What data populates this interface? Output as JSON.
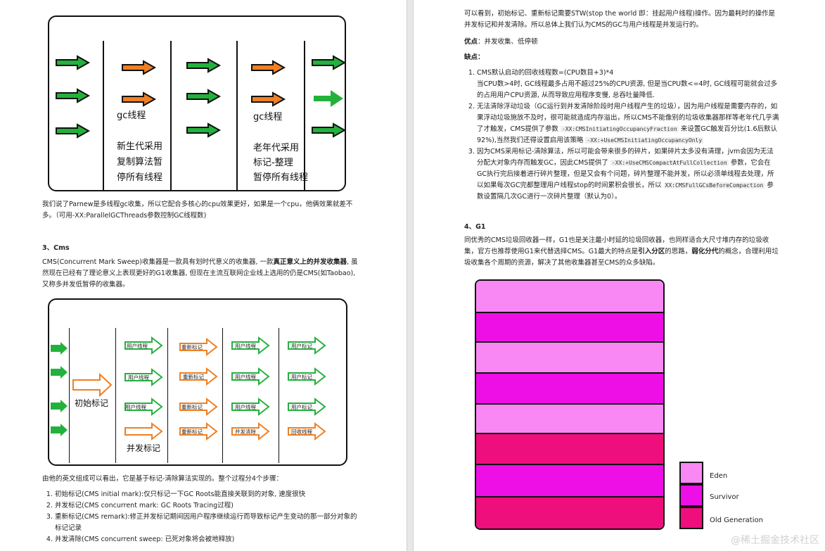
{
  "diagram1": {
    "gc_label_left": "gc线程",
    "young_lines": [
      "新生代采用",
      "复制算法暂",
      "停所有线程"
    ],
    "gc_label_right": "gc线程",
    "old_lines": [
      "老年代采用",
      "标记-整理",
      "暂停所有线程"
    ]
  },
  "left": {
    "parnew_text": "我们说了Parnew是多线程gc收集，所以它配合多核心的cpu效果更好，如果是一个cpu，他俩效果就差不多。（可用-XX:ParallelGCThreads参数控制GC线程数)",
    "cms_heading": "3、Cms",
    "cms_intro_1": "CMS(Concurrent Mark Sweep)收集器是一款具有划时代意义的收集器, 一款",
    "cms_intro_bold": "真正意义上的并发收集器",
    "cms_intro_2": ", 虽然现在已经有了理论意义上表现更好的G1收集器, 但现在主流互联网企业线上选用的仍是CMS(如Taobao),又称多并发低暂停的收集器。",
    "steps_intro": "由他的英文组成可以看出，它是基于标记-清除算法实现的。整个过程分4个步骤：",
    "steps": [
      "初始标记(CMS initial mark):仅只标记一下GC Roots能直接关联到的对象, 速度很快",
      "并发标记(CMS concurrent mark: GC Roots Tracing过程)",
      "重新标记(CMS remark):修正并发标记期间因用户程序继续运行而导致标记产生变动的那一部分对象的标记记录",
      "并发清除(CMS concurrent sweep: 已死对象将会被地释放)"
    ]
  },
  "diagram2": {
    "initial_mark": "初始标记",
    "concurrent_mark": "并发标记",
    "col1": [
      "用户线程",
      "用户线程",
      "用户线程",
      ""
    ],
    "col2": [
      "重新标记",
      "重新标记",
      "重新标记",
      "重新标记"
    ],
    "col3": [
      "用户线程",
      "用户线程",
      "用户线程",
      "并发清除"
    ],
    "col4": [
      "用户标记",
      "用户标记",
      "用户标记",
      "回收线程"
    ]
  },
  "right": {
    "stw_text": "可以看到，初始标记、重新标记需要STW(stop the world 即：挂起用户线程)操作。因为最耗时的操作是并发标记和并发清除。所以总体上我们认为CMS的GC与用户线程是并发运行的。",
    "pros_label": "优点",
    "pros_text": "：并发收集、低停顿",
    "cons_label": "缺点：",
    "cons": [
      {
        "line": "CMS默认启动的回收线程数=(CPU数目+3)*4",
        "detail": "当CPU数>4时, GC线程最多占用不超过25%的CPU资源, 但是当CPU数<=4时, GC线程可能就会过多的占用用户CPU资源, 从而导致应用程序变慢, 总吞吐量降低."
      },
      {
        "text_1": "无法清除浮动垃圾（GC运行到并发清除阶段时用户线程产生的垃圾），因为用户线程是需要内存的，如果浮动垃圾施放不及时，很可能就造成内存溢出，所以CMS不能像别的垃圾收集器那样等老年代几乎满了才触发，CMS提供了参数",
        "code_1": "-XX:CMSInitiatingOccupancyFraction",
        "text_2": "来设置GC触发百分比(1.6后默认92%),当然我们还得设置启用该策略",
        "code_2": "-XX:+UseCMSInitiatingOccupancyOnly"
      },
      {
        "text_1": "因为CMS采用标记-清除算法，所以可能会带来很多的碎片，如果碎片太多没有清理，jvm会因为无法分配大对象内存而触发GC，因此CMS提供了",
        "code_1": "-XX:+UseCMSCompactAtFullCollection",
        "text_2": "参数，它会在GC执行完后接着进行碎片整理，但是又会有个问题，碎片整理不能并发，所以必须单线程去处理，所以如果每次GC完都整理用户线程stop的时间累积会很长，所以",
        "code_2": "XX:CMSFullGCsBeforeCompaction",
        "text_3": "参数设置隔几次GC进行一次碎片整理（默认为0）。"
      }
    ],
    "g1_heading": "4、G1",
    "g1_text_1": "同优秀的CMS垃圾回收器一样，G1也是关注最小时延的垃圾回收器，也同样适合大尺寸堆内存的垃圾收集，官方也推荐使用G1来代替选择CMS。G1最大的特点是",
    "g1_bold_1": "引入分区",
    "g1_text_2": "的思路，",
    "g1_bold_2": "弱化分代",
    "g1_text_3": "的概念，合理利用垃圾收集各个周期的资源，解决了其他收集器甚至CMS的众多缺陷。",
    "legend": [
      "Eden",
      "Survivor",
      "Old Generation"
    ],
    "colors": {
      "eden": "#f988f5",
      "survivor": "#ee0ee6",
      "old": "#ee0e7c"
    }
  },
  "watermark": "@稀土掘金技术社区"
}
